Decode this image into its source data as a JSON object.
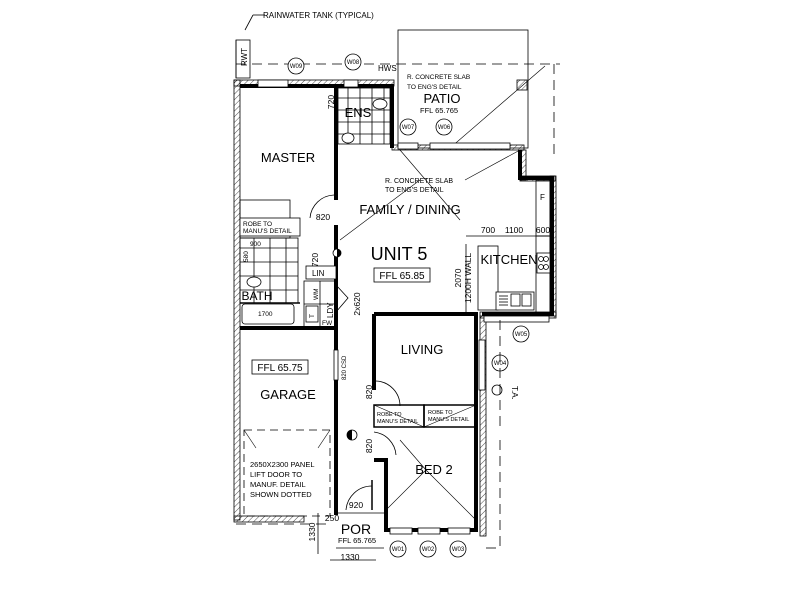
{
  "plan": {
    "unit_title": "UNIT 5",
    "unit_ffl": "FFL 65.85",
    "rainwater_tank": "RAINWATER TANK  (TYPICAL)",
    "rwt": "RWT",
    "hws": "HWS",
    "rooms": {
      "master": "MASTER",
      "ens": "ENS",
      "patio": "PATIO",
      "patio_note_1": "R. CONCRETE SLAB",
      "patio_note_2": "TO ENG'S DETAIL",
      "patio_ffl": "FFL 65.765",
      "family_note_1": "R. CONCRETE SLAB",
      "family_note_2": "TO ENG'S DETAIL",
      "family": "FAMILY / DINING",
      "kitchen": "KITCHEN",
      "fridge": "F",
      "lin": "LIN",
      "bath": "BATH",
      "wm": "WM",
      "ldy": "LDY",
      "toilet": "T",
      "fw": "FW",
      "garage": "GARAGE",
      "garage_ffl": "FFL 65.75",
      "garage_door_1": "2650X2300 PANEL",
      "garage_door_2": "LIFT DOOR TO",
      "garage_door_3": "MANUF. DETAIL",
      "garage_door_4": "SHOWN DOTTED",
      "living": "LIVING",
      "bed2": "BED 2",
      "por": "POR",
      "por_ffl": "FFL 65.765",
      "robe_master_1": "ROBE TO",
      "robe_master_2": "MANU'S DETAIL",
      "robe_living_1": "ROBE TO",
      "robe_living_2": "MANU'S DETAIL",
      "robe_bed_1": "ROBE TO",
      "robe_bed_2": "MANU'S DETAIL"
    },
    "dimensions": {
      "ens_720": "720",
      "master_door": "820",
      "hall_720": "720",
      "bath_900": "900",
      "bath_580": "580",
      "tub": "1700",
      "ldy_door": "2x620",
      "garage_csd": "820 CSD",
      "living_door": "820",
      "bed_door": "820",
      "por_door": "920",
      "por_250": "250",
      "por_width": "1330",
      "por_depth": "1330",
      "kitchen_700": "700",
      "kitchen_1100": "1100",
      "kitchen_600": "600",
      "wall_2070": "2070",
      "wall_note": "1200H WALL",
      "ta": "T.A."
    },
    "windows": [
      "W09",
      "W08",
      "W07",
      "W06",
      "W05",
      "W04",
      "W01",
      "W02",
      "W03"
    ]
  }
}
